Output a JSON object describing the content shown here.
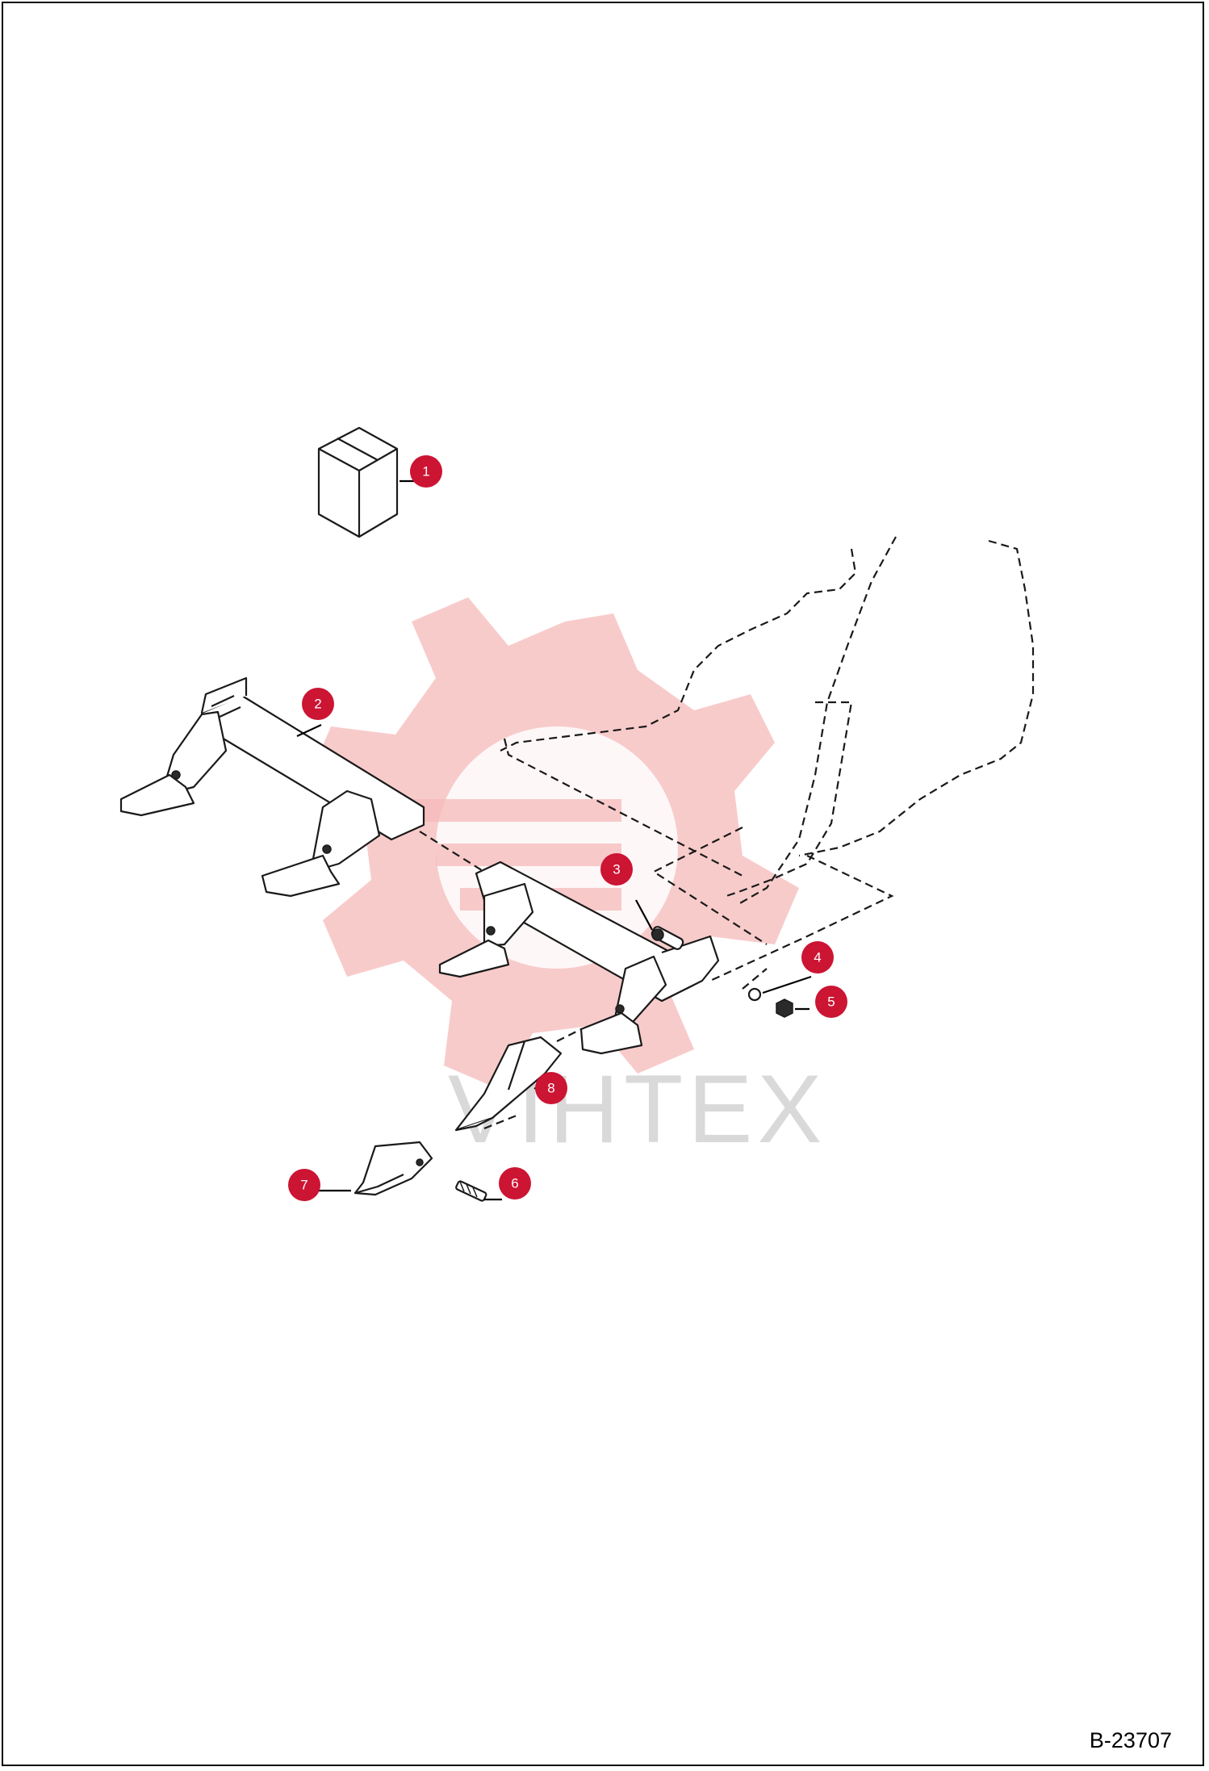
{
  "drawing_code": "B-23707",
  "watermark": "VIHTEX",
  "callouts": [
    {
      "id": "callout-1",
      "label": "1"
    },
    {
      "id": "callout-2",
      "label": "2"
    },
    {
      "id": "callout-3",
      "label": "3"
    },
    {
      "id": "callout-4",
      "label": "4"
    },
    {
      "id": "callout-5",
      "label": "5"
    },
    {
      "id": "callout-6",
      "label": "6"
    },
    {
      "id": "callout-7",
      "label": "7"
    },
    {
      "id": "callout-8",
      "label": "8"
    }
  ],
  "colors": {
    "callout": "#cc1433",
    "watermark": "#f6b9b9"
  }
}
